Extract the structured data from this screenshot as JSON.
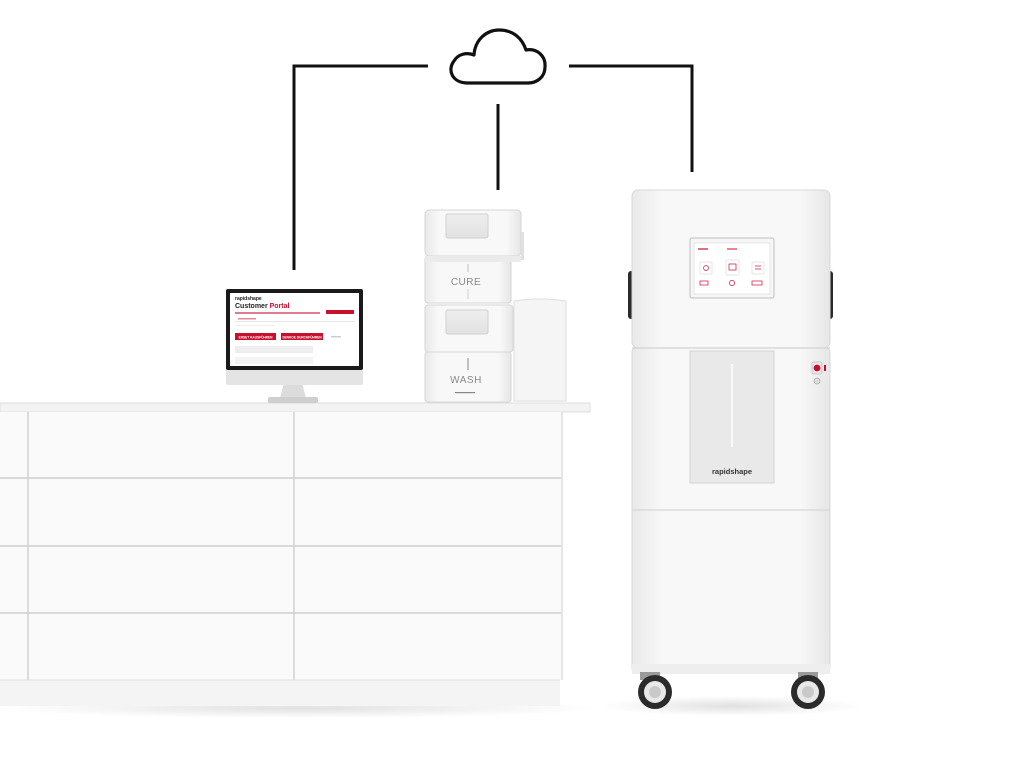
{
  "monitor": {
    "brand": "rapidshape",
    "portal_title_1": "Customer",
    "portal_title_2": "Portal",
    "accent_color": "#c8102e",
    "button_1": "ERSET KAUSFÜHREN",
    "button_2": "SENKOE DURCHFÜHREN"
  },
  "cure_module": {
    "label": "CURE"
  },
  "wash_module": {
    "label": "WASH"
  },
  "printer": {
    "brand": "rapidshape"
  },
  "colors": {
    "accent": "#c8102e",
    "line": "#111111",
    "device_body": "#f2f2f2",
    "counter": "#f7f7f7"
  }
}
